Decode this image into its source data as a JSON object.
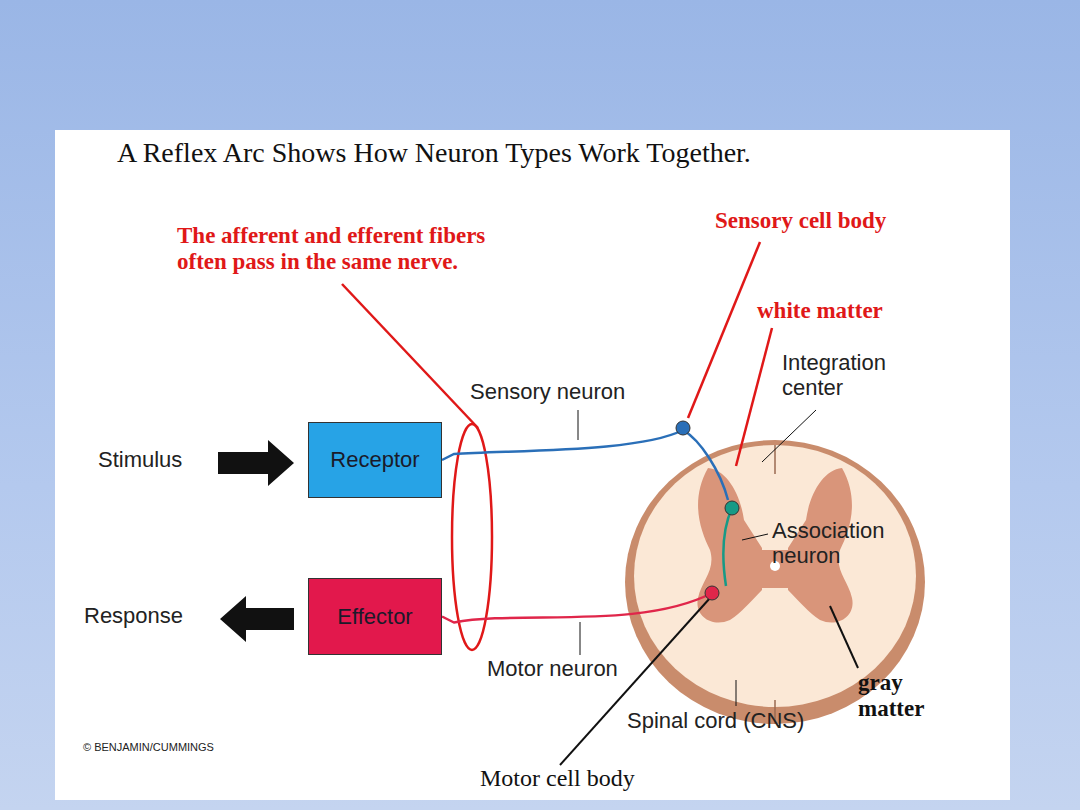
{
  "diagram": {
    "title": "A Reflex Arc Shows How Neuron Types Work Together.",
    "nodes": [
      {
        "text": [
          "Receptor"
        ]
      },
      {
        "text": [
          "Effector"
        ]
      }
    ],
    "edges": [
      {
        "from": 0,
        "to": 1,
        "arrow": "none"
      }
    ],
    "labels": [
      "The afferent and efferent fibers often pass in the same nerve.",
      "Sensory cell body",
      "white matter",
      "Integration center",
      "Sensory neuron",
      "Stimulus",
      "Association neuron",
      "Response",
      "Motor neuron",
      "gray matter",
      "Spinal cord (CNS)",
      "Motor cell body",
      "© BENJAMIN/CUMMINGS"
    ]
  }
}
